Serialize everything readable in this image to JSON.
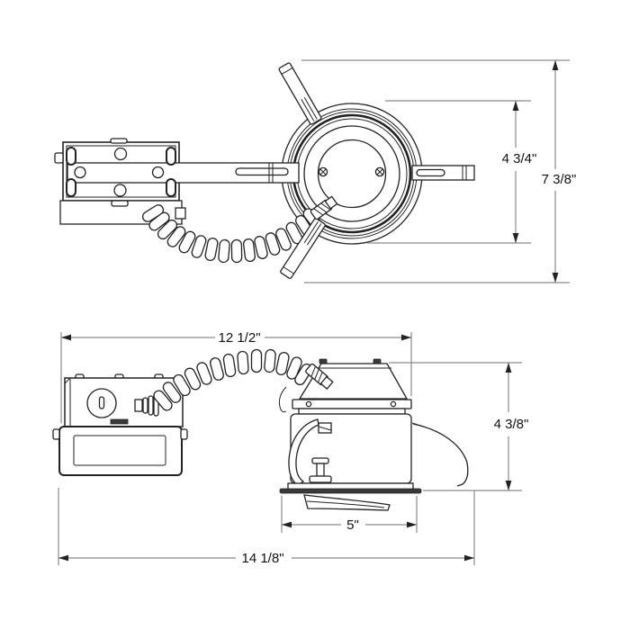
{
  "diagram": {
    "type": "technical-dimension-drawing",
    "subject": "recessed can light housing with remote junction box, flexible conduit and trim",
    "views": {
      "top_view": "plan view of junction box, hanger bar, coiled conduit and round can",
      "side_view": "side elevation of junction box, coiled conduit, can housing and tilted trim"
    },
    "colors": {
      "line": "#222222",
      "dimension_line": "#8a8a8a",
      "text": "#111111",
      "background": "#ffffff"
    }
  },
  "dims": {
    "can_height": "4 3/4\"",
    "overall_height": "7 3/8\"",
    "housing_width": "12 1/2\"",
    "can_depth": "4 3/8\"",
    "aperture": "5\"",
    "overall_width": "14 1/8\""
  }
}
